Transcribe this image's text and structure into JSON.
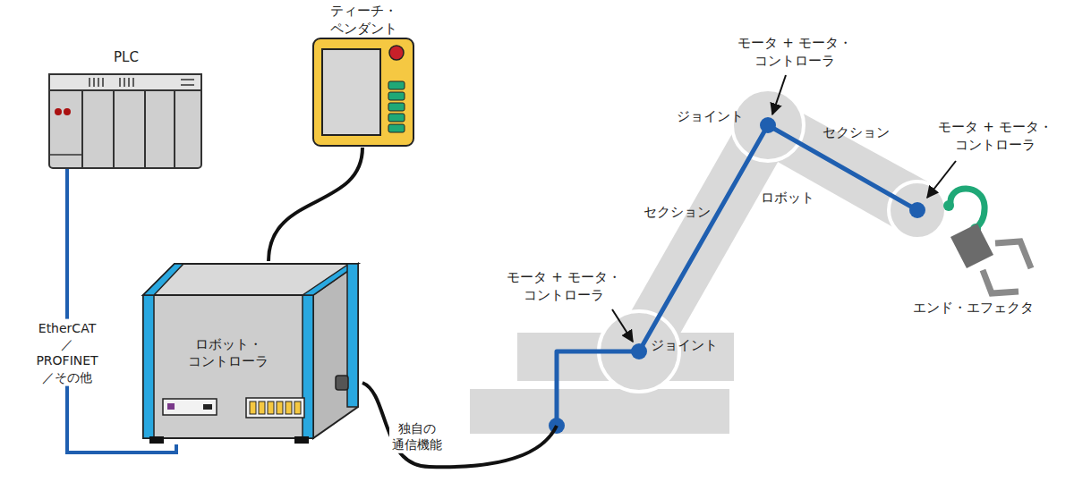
{
  "diagram": {
    "nodes": [
      {
        "text": [
          "PLC"
        ]
      },
      {
        "text": [
          "ティーチ・ ペンダント"
        ]
      },
      {
        "text": [
          "ロボット・ コントローラ"
        ]
      },
      {
        "text": [
          "ロボット"
        ]
      },
      {
        "text": [
          "エンド・エフェクタ"
        ]
      }
    ],
    "edges": [
      {
        "from": 0,
        "to": 2,
        "arrow": "none",
        "label": "EtherCAT／ PROFINET／その他"
      },
      {
        "from": 1,
        "to": 2,
        "arrow": "none"
      },
      {
        "from": 2,
        "to": 3,
        "arrow": "none",
        "label": "独自の 通信機能"
      }
    ],
    "labels": [
      "モータ + モータ・コントローラ",
      "モータ + モータ・コントローラ",
      "ジョイント",
      "セクション",
      "セクション",
      "モータ + モータ・コントローラ",
      "ジョイント"
    ]
  }
}
